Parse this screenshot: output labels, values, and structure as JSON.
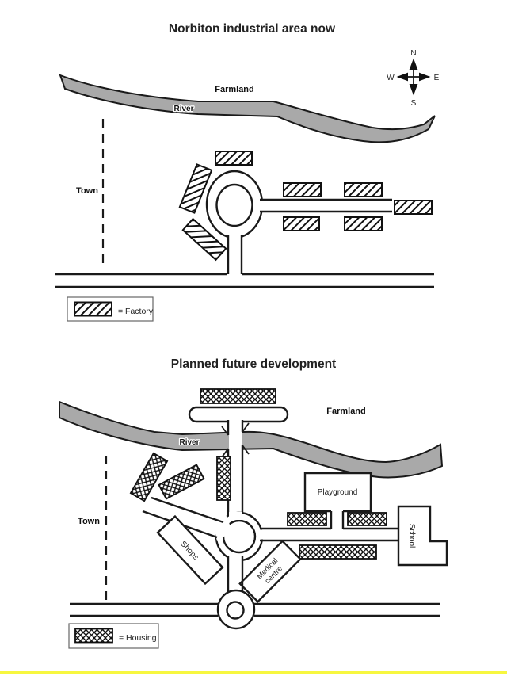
{
  "colors": {
    "river_fill": "#a9a9a9",
    "ink": "#1a1a1a",
    "highlight_bar": "#f7f73f"
  },
  "map_now": {
    "title": "Norbiton industrial area now",
    "farmland_label": "Farmland",
    "river_label": "River",
    "town_label": "Town",
    "compass": {
      "north": "N",
      "east": "E",
      "south": "S",
      "west": "W"
    },
    "legend": {
      "label": "= Factory",
      "symbol": "diagonal-hatch"
    },
    "factory_count": 8
  },
  "map_future": {
    "title": "Planned future development",
    "farmland_label": "Farmland",
    "river_label": "River",
    "town_label": "Town",
    "playground_label": "Playground",
    "school_label": "School",
    "shops_label": "Shops",
    "medical_centre_line1": "Medical",
    "medical_centre_line2": "centre",
    "legend": {
      "label": "= Housing",
      "symbol": "cross-hatch"
    },
    "housing_block_count": 7
  }
}
